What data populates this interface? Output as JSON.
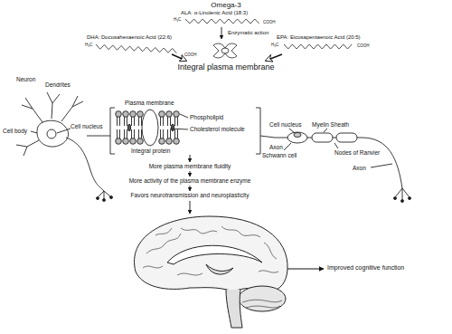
{
  "diagram": {
    "title": "Omega-3",
    "labels": [
      "ALA: α-Linolenic Acid (18:3)",
      "H₃C",
      "COOH",
      "Enzymatic action",
      "DHA: Docosahexaenoic Acid (22:6)",
      "H₃C",
      "COOH",
      "EPA: Eicosapentaenoic Acid (20:5)",
      "H₃C",
      "COOH",
      "Integral plasma membrane",
      "Neuron",
      "Dendrites",
      "Cell body",
      "Cell nucleus",
      "Plasma membrane",
      "Phospholipid",
      "Cholesterol molecule",
      "Integral protein",
      "Cell nucleus",
      "Myelin Sheath",
      "Axon",
      "Schwann cell",
      "Nodes of Ranvier",
      "Axon",
      "More plasma membrane fluidity",
      "More activity of the plasma membrane enzyme",
      "Favors neurotransmission and neuroplasticity",
      "Improved cognitive function"
    ]
  }
}
